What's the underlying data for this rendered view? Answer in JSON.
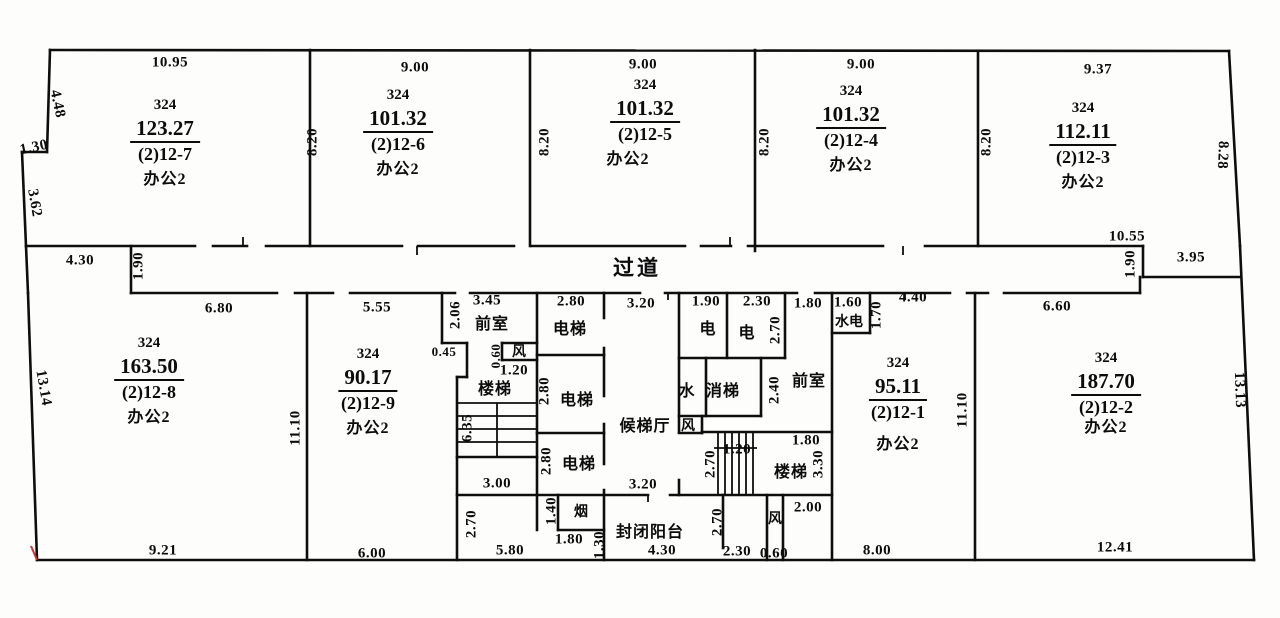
{
  "drawing": {
    "type": "floor-plan",
    "corridor_label": "过道"
  },
  "units": [
    {
      "lot": "324",
      "area": "123.27",
      "code": "(2)12-7",
      "use": "办公2"
    },
    {
      "lot": "324",
      "area": "101.32",
      "code": "(2)12-6",
      "use": "办公2"
    },
    {
      "lot": "324",
      "area": "101.32",
      "code": "(2)12-5",
      "use": "办公2"
    },
    {
      "lot": "324",
      "area": "101.32",
      "code": "(2)12-4",
      "use": "办公2"
    },
    {
      "lot": "324",
      "area": "112.11",
      "code": "(2)12-3",
      "use": "办公2"
    },
    {
      "lot": "324",
      "area": "163.50",
      "code": "(2)12-8",
      "use": "办公2"
    },
    {
      "lot": "324",
      "area": "90.17",
      "code": "(2)12-9",
      "use": "办公2"
    },
    {
      "lot": "324",
      "area": "95.11",
      "code": "(2)12-1",
      "use": "办公2"
    },
    {
      "lot": "324",
      "area": "187.70",
      "code": "(2)12-2",
      "use": "办公2"
    }
  ],
  "rooms": {
    "anteroom": "前室",
    "elevator": "电梯",
    "stairs": "楼梯",
    "elevator_hall": "候梯厅",
    "electrical": "电",
    "water": "水",
    "fire_elevator": "消梯",
    "vent": "风",
    "smoke": "烟",
    "enclosed_balcony": "封闭阳台",
    "water_electric": "水电"
  },
  "dims": {
    "top": [
      "10.95",
      "9.00",
      "9.00",
      "9.00",
      "9.37"
    ],
    "unit_heights": [
      "8.20",
      "8.20",
      "8.20",
      "8.20",
      "8.28"
    ],
    "left": [
      "4.48",
      "1.30",
      "3.62",
      "13.14"
    ],
    "right": [
      "13.13"
    ],
    "corridor": [
      "4.30",
      "1.90",
      "6.80",
      "5.55",
      "10.55",
      "1.90",
      "3.95"
    ],
    "divider": [
      "11.10",
      "11.10"
    ],
    "bottom": [
      "9.21",
      "6.00",
      "5.80",
      "4.30",
      "2.30",
      "0.60",
      "8.00",
      "12.41"
    ],
    "core_left": [
      "3.45",
      "2.06",
      "0.45",
      "0.60",
      "1.20",
      "6.35",
      "3.00",
      "2.70"
    ],
    "elevators": [
      "2.80",
      "2.80",
      "2.80",
      "1.40",
      "1.80",
      "1.30"
    ],
    "hall": [
      "3.20",
      "3.20"
    ],
    "core_right": [
      "1.90",
      "2.30",
      "2.70",
      "1.80",
      "2.40",
      "1.20",
      "2.70",
      "1.80",
      "3.30",
      "2.70",
      "2.00"
    ],
    "utility": [
      "1.60",
      "1.70",
      "4.40",
      "6.60"
    ]
  }
}
